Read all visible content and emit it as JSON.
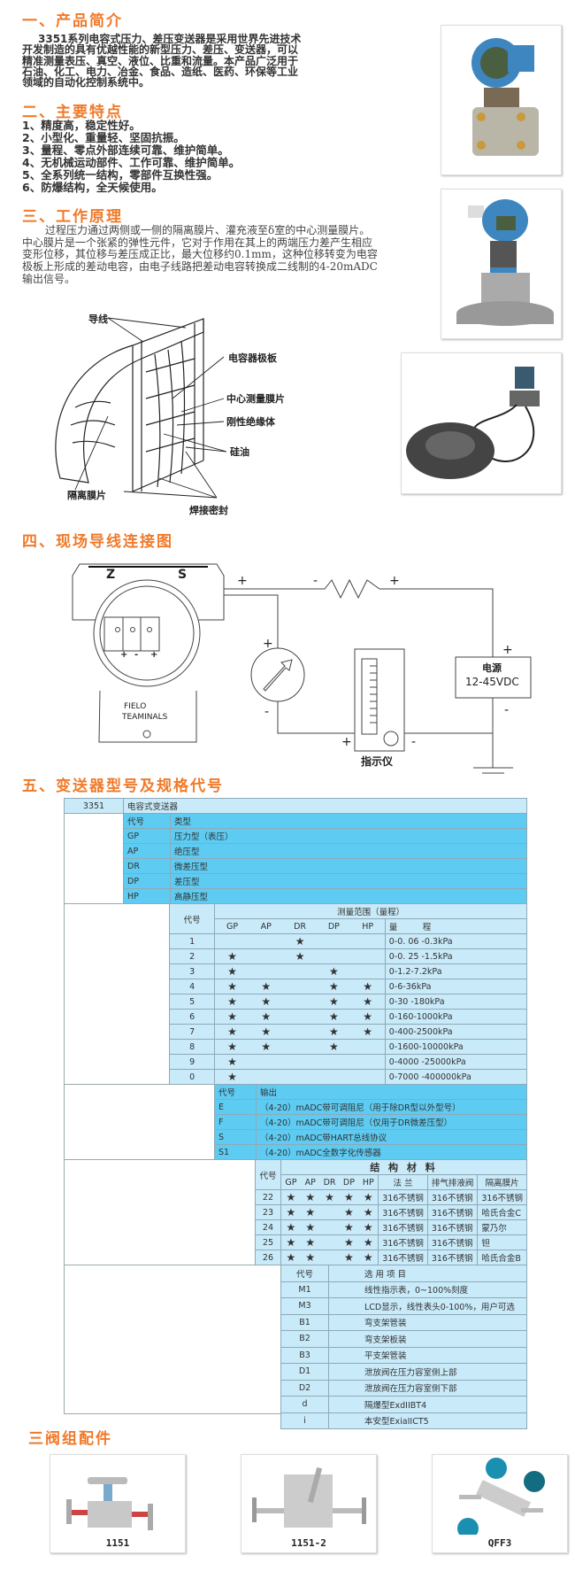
{
  "sections": {
    "intro": {
      "title": "一、产品简介",
      "lines": [
        "3351系列电容式压力、差压变送器是采用世界先进技术",
        "开发制造的具有优越性能的新型压力、差压、变送器，可以",
        "精准测量表压、真空、液位、比重和流量。本产品广泛用于",
        "石油、化工、电力、冶金、食品、造纸、医药、环保等工业",
        "领域的自动化控制系统中。"
      ]
    },
    "features": {
      "title": "二、主要特点",
      "items": [
        "1、精度高，稳定性好。",
        "2、小型化、重量轻、坚固抗振。",
        "3、量程、零点外部连续可靠、维护简单。",
        "4、无机械运动部件、工作可靠、维护简单。",
        "5、全系列统一结构，零部件互换性强。",
        "6、防爆结构，全天候使用。"
      ]
    },
    "principle": {
      "title": "三、工作原理",
      "lines": [
        "过程压力通过两侧或一侧的隔离膜片、灌充液至δ室的中心测量膜片。",
        "中心膜片是一个张紧的弹性元件，它对于作用在其上的两端压力差产生相应",
        "变形位移，其位移与差压成正比，最大位移约0.1mm，这种位移转变为电容",
        "极板上形成的差动电容，由电子线路把差动电容转换成二线制的4-20mADC",
        "输出信号。"
      ]
    },
    "wiring": {
      "title": "四、现场导线连接图"
    },
    "model": {
      "title": "五、变送器型号及规格代号"
    },
    "valves": {
      "title": "三阀组配件"
    }
  },
  "cell_diagram": {
    "labels": {
      "lead": "导线",
      "plates": "电容器极板",
      "center": "中心测量膜片",
      "insulator": "刚性绝缘体",
      "oil": "硅油",
      "isolating": "隔离膜片",
      "weld": "焊接密封"
    }
  },
  "wiring_diagram": {
    "z": "Z",
    "s": "S",
    "terminal_text_1": "FIELO",
    "terminal_text_2": "TEAMINALS",
    "plus": "+",
    "minus": "-",
    "indicator": "指示仪",
    "power_label": "电源",
    "power_voltage": "12-45VDC"
  },
  "spec": {
    "star": "★",
    "model": {
      "code": "3351",
      "name": "电容式变送器"
    },
    "types": {
      "header": [
        "代号",
        "类型"
      ],
      "rows": [
        [
          "GP",
          "压力型（表压）"
        ],
        [
          "AP",
          "绝压型"
        ],
        [
          "DR",
          "微差压型"
        ],
        [
          "DP",
          "差压型"
        ],
        [
          "HP",
          "高静压型"
        ]
      ]
    },
    "ranges": {
      "code_header": "代号",
      "title": "测量范围（量程）",
      "types": [
        "GP",
        "AP",
        "DR",
        "DP",
        "HP"
      ],
      "range_header": "量　　　程",
      "rows": [
        {
          "code": "1",
          "marks": [
            0,
            0,
            1,
            0,
            0
          ],
          "range": "0-0. 06 -0.3kPa"
        },
        {
          "code": "2",
          "marks": [
            1,
            0,
            1,
            0,
            0
          ],
          "range": "0-0. 25 -1.5kPa"
        },
        {
          "code": "3",
          "marks": [
            1,
            0,
            0,
            1,
            0
          ],
          "range": "0-1.2-7.2kPa"
        },
        {
          "code": "4",
          "marks": [
            1,
            1,
            0,
            1,
            1
          ],
          "range": "0-6-36kPa"
        },
        {
          "code": "5",
          "marks": [
            1,
            1,
            0,
            1,
            1
          ],
          "range": "0-30 -180kPa"
        },
        {
          "code": "6",
          "marks": [
            1,
            1,
            0,
            1,
            1
          ],
          "range": "0-160-1000kPa"
        },
        {
          "code": "7",
          "marks": [
            1,
            1,
            0,
            1,
            1
          ],
          "range": "0-400-2500kPa"
        },
        {
          "code": "8",
          "marks": [
            1,
            1,
            0,
            1,
            0
          ],
          "range": "0-1600-10000kPa"
        },
        {
          "code": "9",
          "marks": [
            1,
            0,
            0,
            0,
            0
          ],
          "range": "0-4000 -25000kPa"
        },
        {
          "code": "0",
          "marks": [
            1,
            0,
            0,
            0,
            0
          ],
          "range": "0-7000 -400000kPa"
        }
      ]
    },
    "outputs": {
      "header": [
        "代号",
        "输出"
      ],
      "rows": [
        [
          "E",
          "（4-20）mADC带可调阻尼（用于除DR型以外型号）"
        ],
        [
          "F",
          "（4-20）mADC带可调阻尼（仅用于DR微差压型）"
        ],
        [
          "S",
          "（4-20）mADC带HART总线协议"
        ],
        [
          "S1",
          "（4-20）mADC全数字化传感器"
        ]
      ]
    },
    "materials": {
      "code_header": "代号",
      "title": "结 构 材 料",
      "types": [
        "GP",
        "AP",
        "DR",
        "DP",
        "HP"
      ],
      "cols": [
        "法 兰",
        "排气排液阀",
        "隔离膜片"
      ],
      "rows": [
        {
          "code": "22",
          "marks": [
            1,
            1,
            1,
            1,
            1
          ],
          "flange": "316不锈钢",
          "vent": "316不锈钢",
          "diaphragm": "316不锈钢"
        },
        {
          "code": "23",
          "marks": [
            1,
            1,
            0,
            1,
            1
          ],
          "flange": "316不锈钢",
          "vent": "316不锈钢",
          "diaphragm": "哈氏合金C"
        },
        {
          "code": "24",
          "marks": [
            1,
            1,
            0,
            1,
            1
          ],
          "flange": "316不锈钢",
          "vent": "316不锈钢",
          "diaphragm": "蒙乃尔"
        },
        {
          "code": "25",
          "marks": [
            1,
            1,
            0,
            1,
            1
          ],
          "flange": "316不锈钢",
          "vent": "316不锈钢",
          "diaphragm": "钽"
        },
        {
          "code": "26",
          "marks": [
            1,
            1,
            0,
            1,
            1
          ],
          "flange": "316不锈钢",
          "vent": "316不锈钢",
          "diaphragm": "哈氏合金B"
        }
      ]
    },
    "options": {
      "header": [
        "代号",
        "选 用 项 目"
      ],
      "rows": [
        [
          "M1",
          "线性指示表，0~100%刻度"
        ],
        [
          "M3",
          "LCD显示，线性表头0-100%，用户可选"
        ],
        [
          "B1",
          "弯支架管装"
        ],
        [
          "B2",
          "弯支架板装"
        ],
        [
          "B3",
          "平支架管装"
        ],
        [
          "D1",
          "泄放阀在压力容室侧上部"
        ],
        [
          "D2",
          "泄放阀在压力容室侧下部"
        ],
        [
          "d",
          "隔爆型ExdIIBT4"
        ],
        [
          "i",
          "本安型ExiaIICT5"
        ]
      ]
    }
  },
  "valve_products": [
    {
      "model": "1151"
    },
    {
      "model": "1151-2"
    },
    {
      "model": "QFF3"
    }
  ],
  "colors": {
    "heading": "#f07a2a",
    "light_cell": "#c9eaf9",
    "dark_cell": "#5ecbf2"
  }
}
